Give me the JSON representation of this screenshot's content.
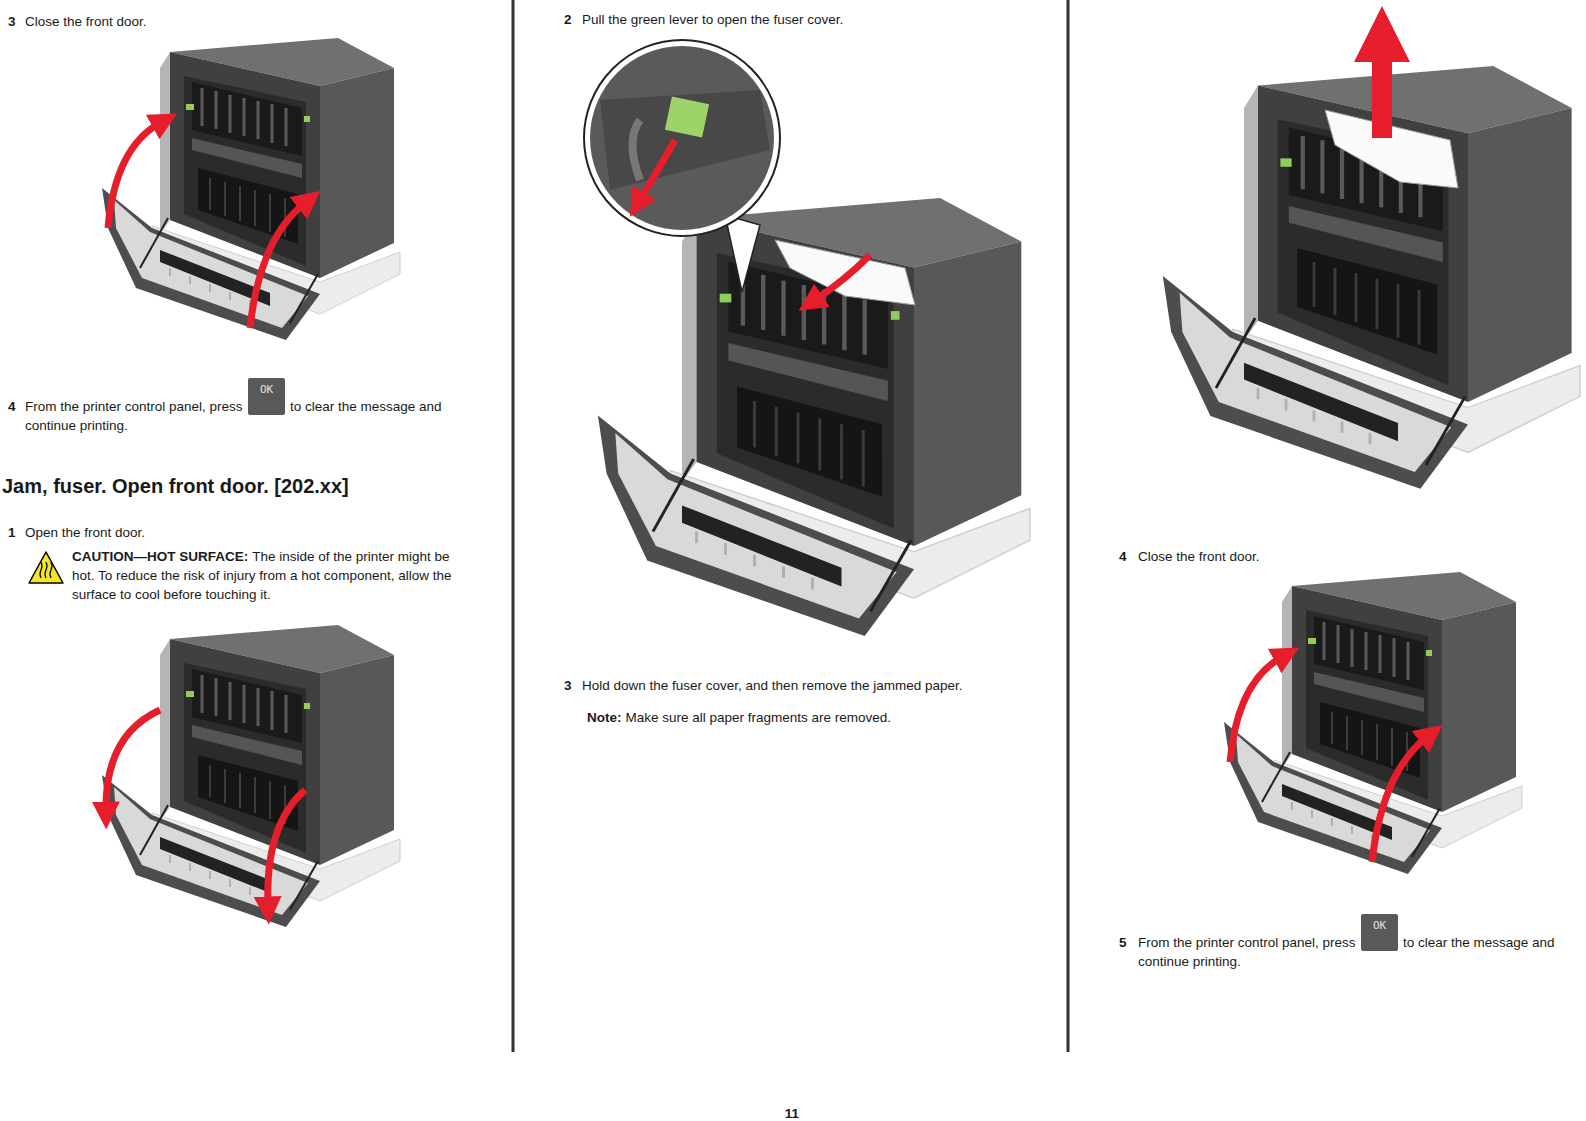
{
  "diagram": {
    "title": "Jam, fuser. Open front door. [202.xx]",
    "nodes": [
      {
        "text": [
          "OK"
        ]
      },
      {
        "text": [
          "OK"
        ]
      }
    ],
    "labels": [
      "3",
      "Close the front door.",
      "4",
      "From the printer control panel, press",
      "to clear the message and continue printing.",
      "1",
      "Open the front door.",
      "CAUTION—HOT SURFACE:",
      "The inside of the printer might be hot. To reduce the risk of injury from a hot component, allow the surface to cool before touching it.",
      "2",
      "Pull the green lever to open the fuser cover.",
      "3",
      "Hold down the fuser cover, and then remove the jammed paper.",
      "Note:",
      "Make sure all paper fragments are removed.",
      "4",
      "Close the front door.",
      "5",
      "From the printer control panel, press",
      "to clear the message and continue printing.",
      "11"
    ]
  }
}
